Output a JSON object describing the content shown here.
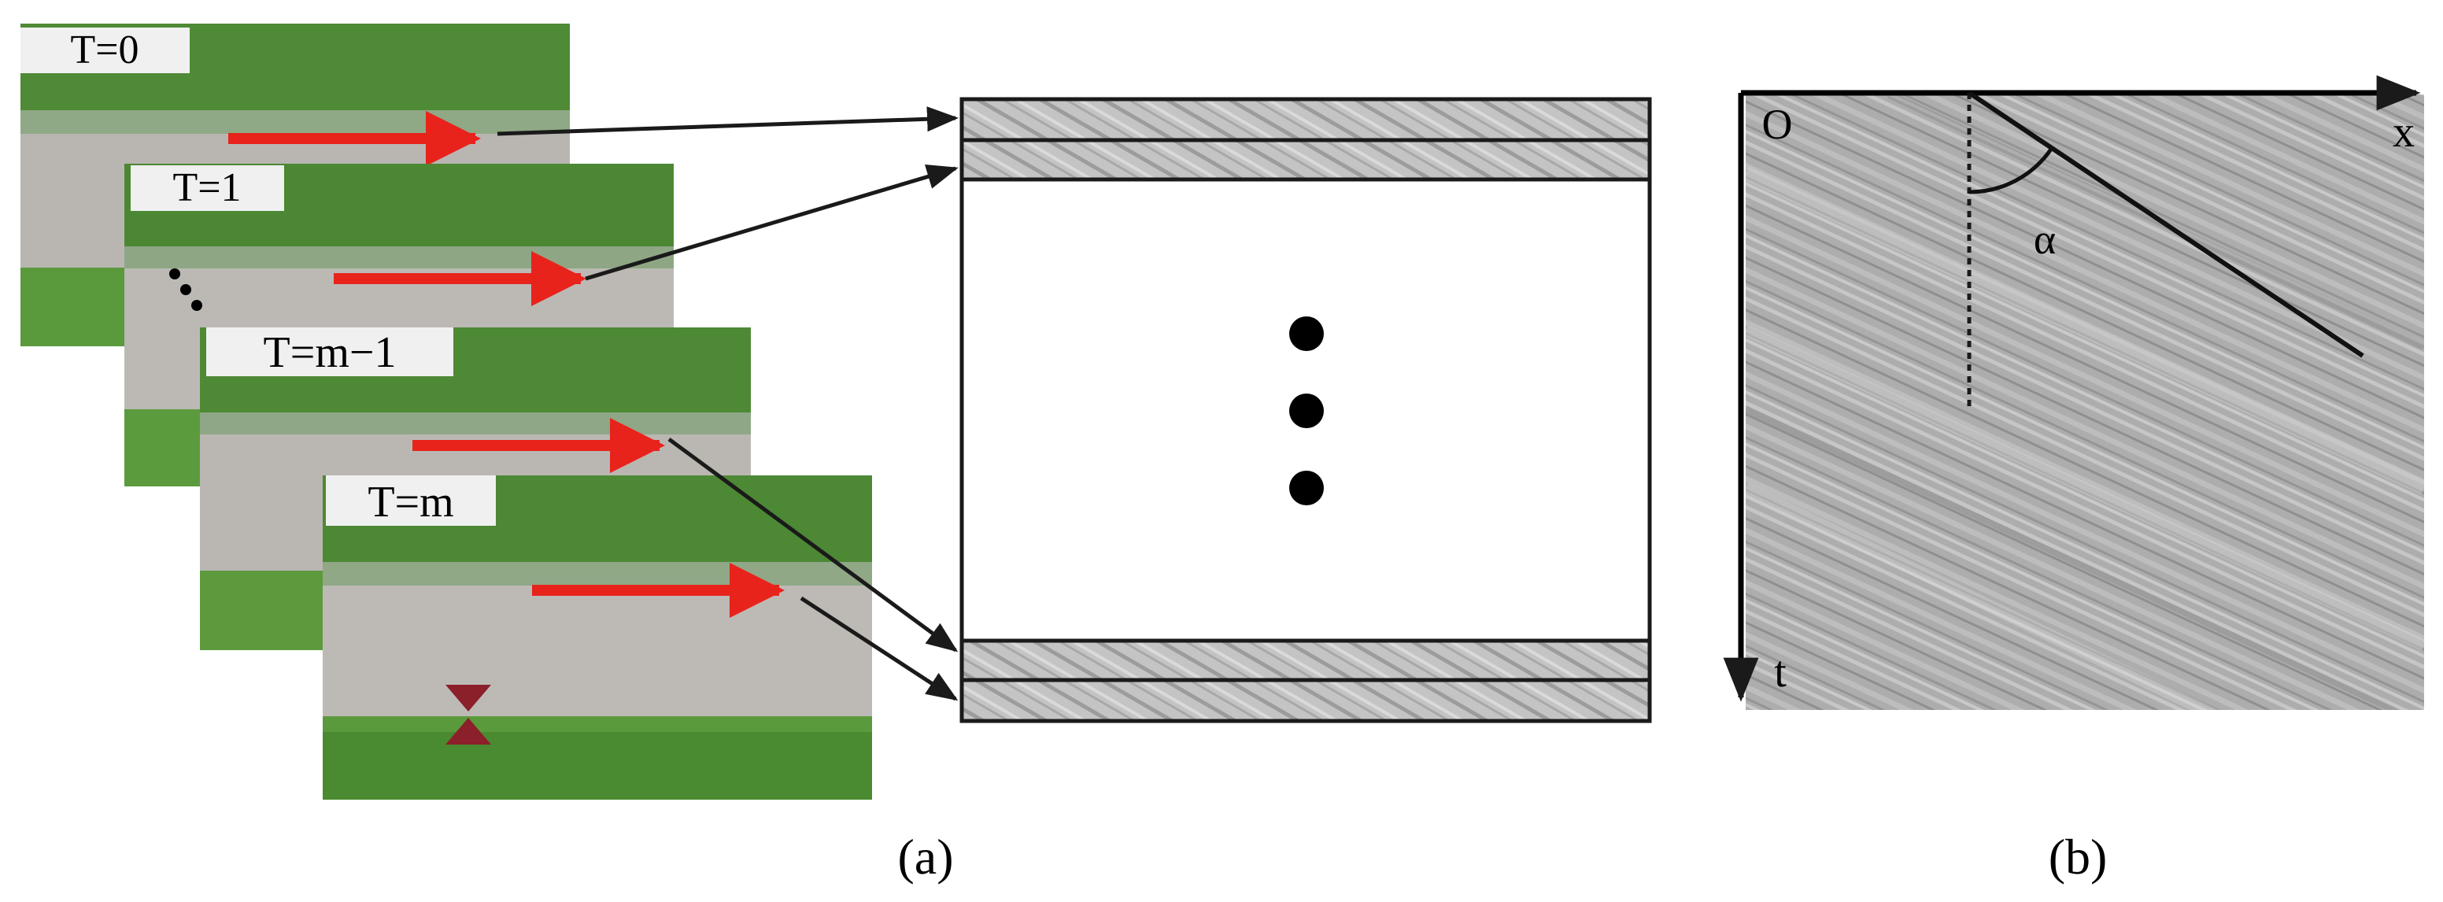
{
  "panel_a": {
    "frames": [
      {
        "label": "T=0"
      },
      {
        "label": "T=1"
      },
      {
        "label": "T=m−1"
      },
      {
        "label": "T=m"
      }
    ],
    "caption": "(a)"
  },
  "panel_b": {
    "origin_label": "O",
    "x_axis_label": "x",
    "t_axis_label": "t",
    "angle_label": "α",
    "caption": "(b)"
  },
  "colors": {
    "motion_arrow": "#e8231c",
    "connector": "#1a1a1a",
    "vegetation_dark": "#3f7a2c",
    "vegetation_light": "#6fa84d",
    "water": "#b9b6b2",
    "texture_gray": "#a9a9a9"
  },
  "icons": [
    "right-arrow-icon",
    "hourglass-marker-icon",
    "ellipsis-dots-icon"
  ]
}
